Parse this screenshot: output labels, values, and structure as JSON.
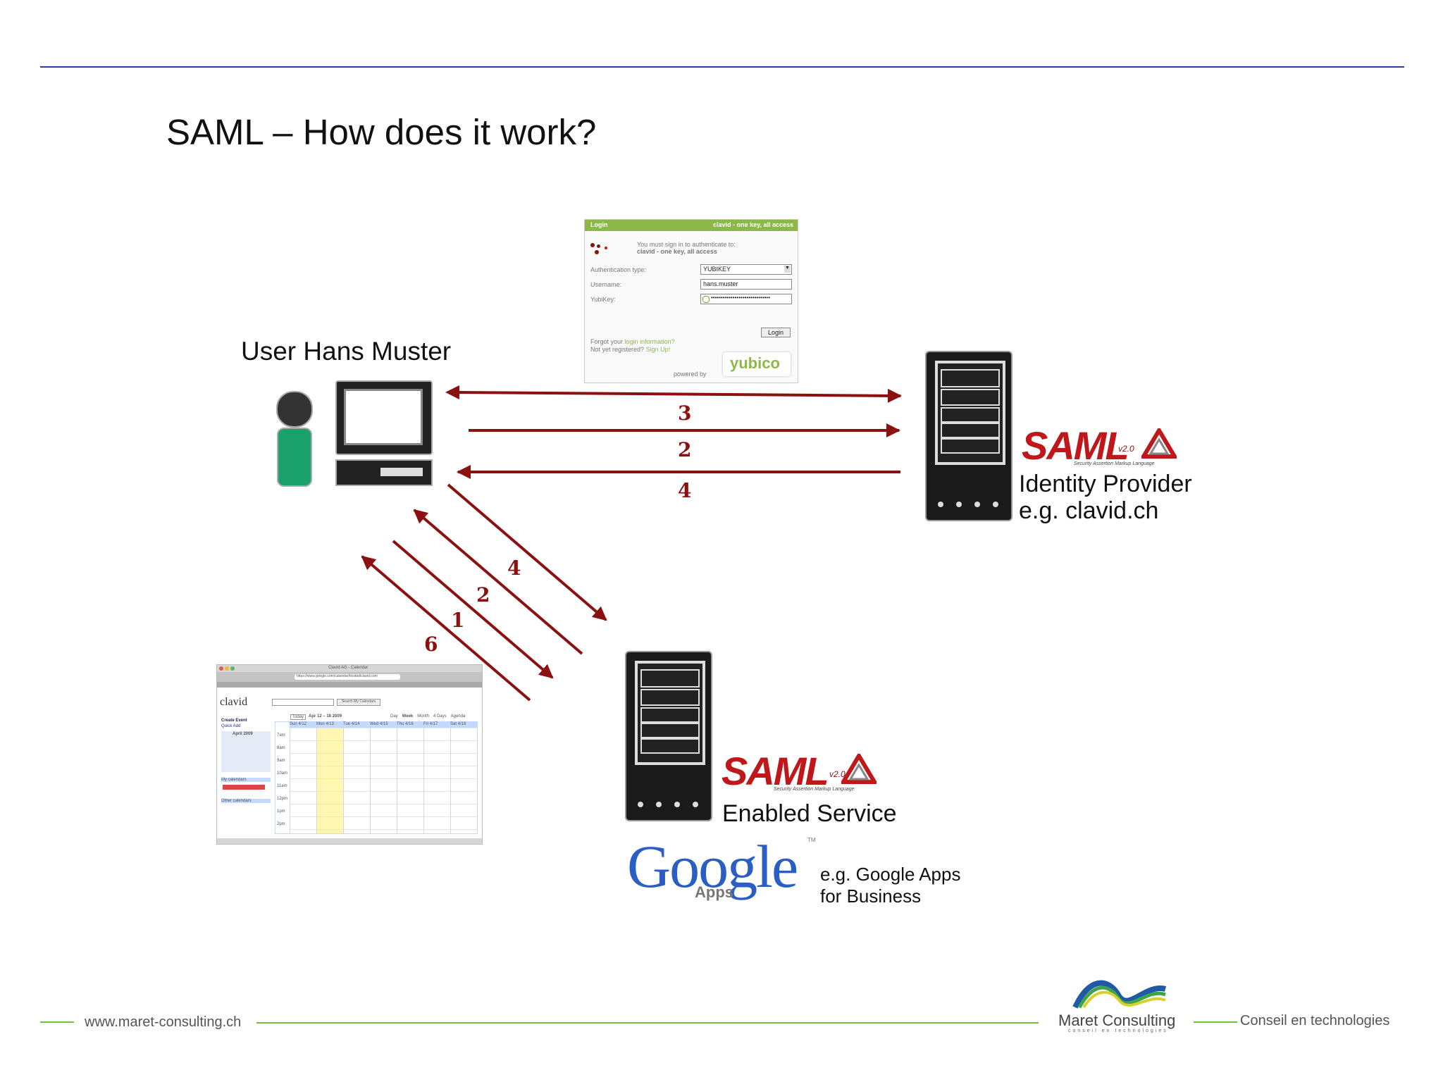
{
  "title": "SAML – How does it work?",
  "user_label": "User Hans Muster",
  "idp": {
    "line1": "Identity Provider",
    "line2": "e.g. clavid.ch"
  },
  "service": {
    "label": "Enabled Service",
    "example_line1": "e.g. Google Apps",
    "example_line2": "for Business"
  },
  "saml_logo": {
    "text": "SAML",
    "version": "v2.0",
    "tagline": "Security Assertion Markup Language"
  },
  "google_logo": {
    "text": "Google",
    "sub": "Apps",
    "tm": "TM"
  },
  "login_dialog": {
    "header_left": "Login",
    "header_right": "clavid - one key, all access",
    "notice_line1": "You must sign in to authenticate to:",
    "notice_line2": "clavid - one key, all access",
    "auth_type_label": "Authentication type:",
    "auth_type_value": "YUBIKEY",
    "username_label": "Username:",
    "username_value": "hans.muster",
    "yubikey_label": "YubiKey:",
    "yubikey_value": "••••••••••••••••••••••••••••••",
    "login_button": "Login",
    "forgot_text": "Forgot your",
    "forgot_link": "login information?",
    "register_text": "Not yet registered?",
    "register_link": "Sign Up!",
    "powered_by": "powered by",
    "brand": "yubico"
  },
  "calendar": {
    "window_title": "Clavid AG - Calendar",
    "url": "https://www.google.com/calendar/hosted/clavid.com",
    "logo": "clavid",
    "search_button": "Search My Calendars",
    "create_event": "Create Event",
    "quick_add": "Quick Add",
    "month": "April 2009",
    "my_calendars": "My calendars",
    "other_calendars": "Other calendars",
    "date_range": "Apr 12 – 18 2009",
    "today_button": "Today",
    "view_tabs": [
      "Day",
      "Week",
      "Month",
      "4 Days",
      "Agenda"
    ],
    "day_headers": [
      "Sun 4/12",
      "Mon 4/13",
      "Tue 4/14",
      "Wed 4/15",
      "Thu 4/16",
      "Fri 4/17",
      "Sat 4/18"
    ],
    "times": [
      "7am",
      "8am",
      "9am",
      "10am",
      "11am",
      "12pm",
      "1pm",
      "2pm"
    ]
  },
  "step_numbers": {
    "idp_arrows": [
      "3",
      "2",
      "4"
    ],
    "service_arrows": [
      "4",
      "2",
      "1",
      "6"
    ]
  },
  "colors": {
    "arrow": "#8b1010",
    "title_rule": "#2b3aa0",
    "footer_rule": "#6cc23e",
    "person": "#1aa06b",
    "saml_red": "#c0171b"
  },
  "footer": {
    "website": "www.maret-consulting.ch",
    "company": "Maret Consulting",
    "company_tagline": "conseil en technologies",
    "slogan": "Conseil en technologies"
  }
}
